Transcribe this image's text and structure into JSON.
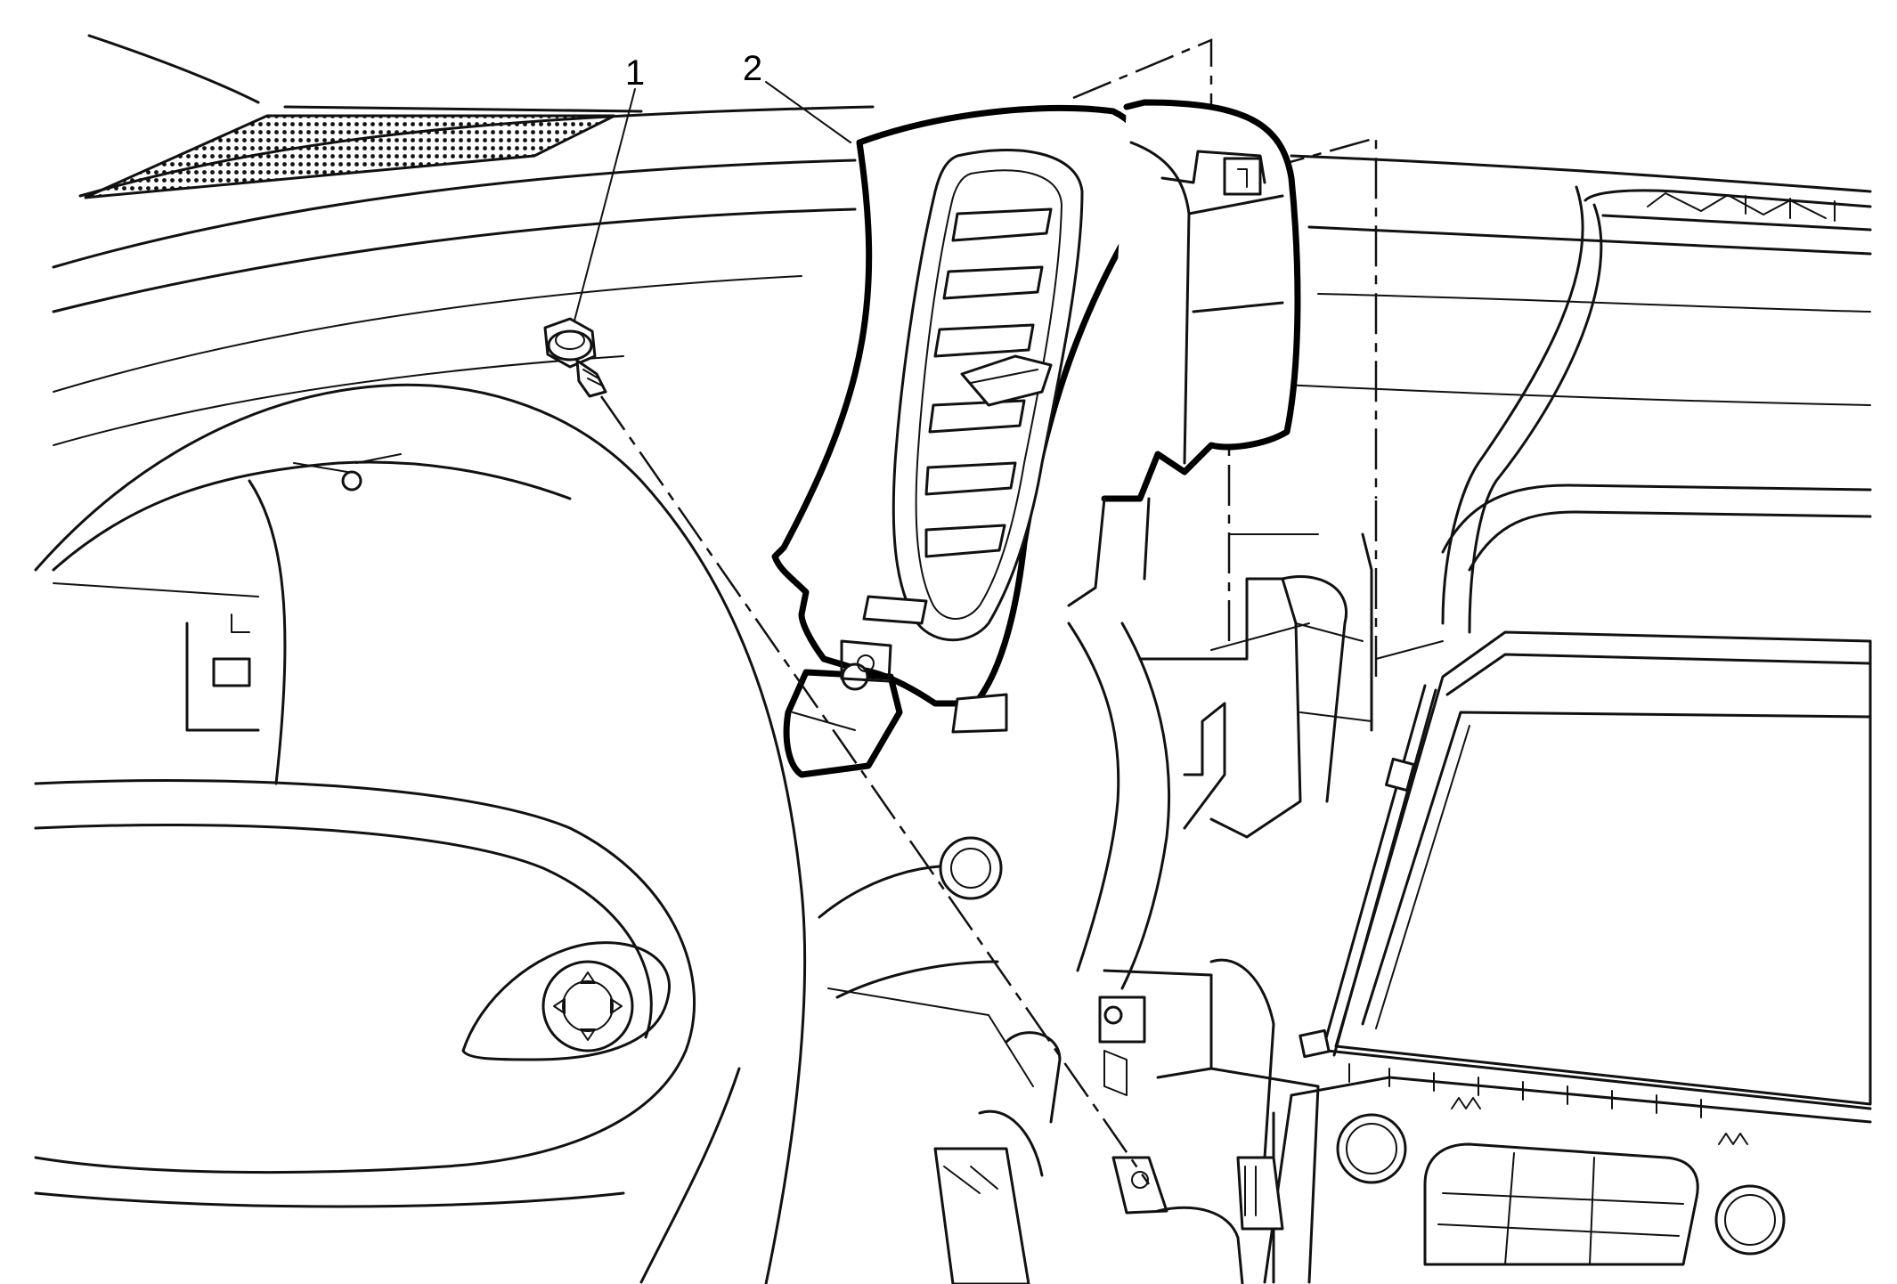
{
  "diagram": {
    "callouts": [
      {
        "id": "1",
        "label": "1",
        "part_icon": "bolt-icon"
      },
      {
        "id": "2",
        "label": "2",
        "part_icon": "air-vent-icon"
      }
    ],
    "colors": {
      "line": "#111111",
      "background": "#ffffff"
    }
  }
}
